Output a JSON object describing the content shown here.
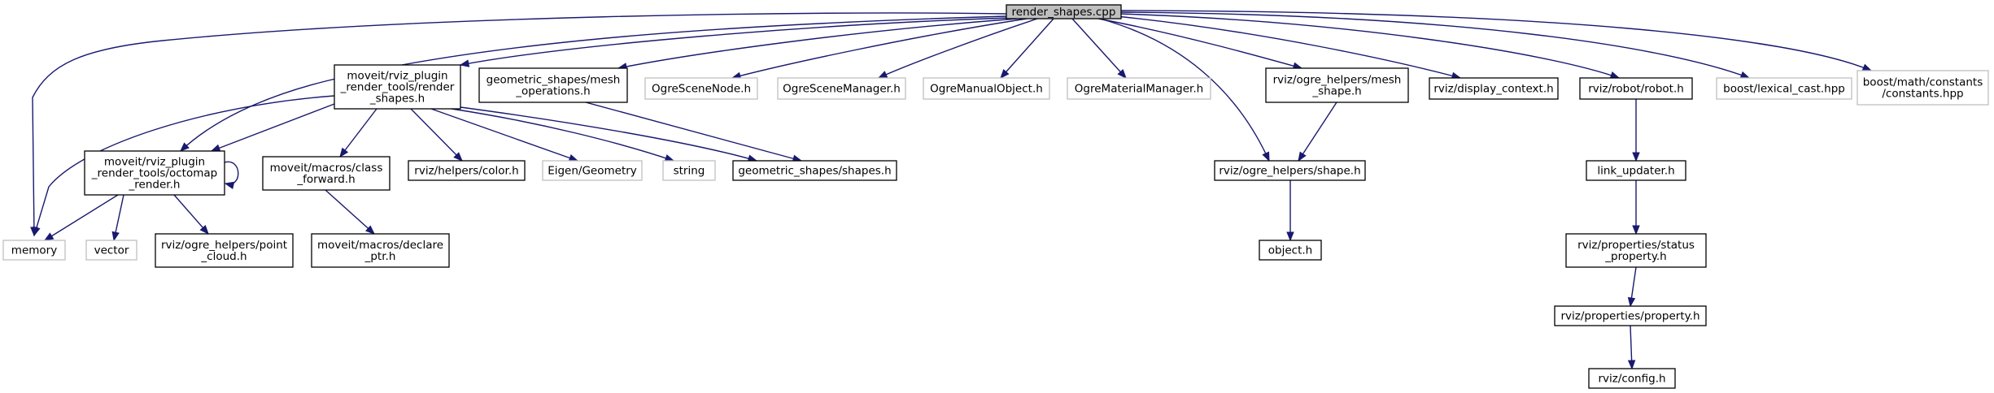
{
  "diagram": {
    "type": "include-dependency-graph",
    "colors": {
      "root_fill": "#bfbfbf",
      "root_border": "#000000",
      "documented_border": "#000000",
      "external_border": "#bfbfbf",
      "external_text": "#000000",
      "edge": "#191970"
    },
    "nodes": [
      {
        "id": "root",
        "kind": "root",
        "lines": [
          "render_shapes.cpp"
        ]
      },
      {
        "id": "memory",
        "kind": "external",
        "lines": [
          "memory"
        ]
      },
      {
        "id": "render_shapes_h",
        "kind": "documented",
        "lines": [
          "moveit/rviz_plugin",
          "_render_tools/render",
          "_shapes.h"
        ]
      },
      {
        "id": "mesh_ops",
        "kind": "documented",
        "lines": [
          "geometric_shapes/mesh",
          "_operations.h"
        ]
      },
      {
        "id": "ogre_scene_node",
        "kind": "external",
        "lines": [
          "OgreSceneNode.h"
        ]
      },
      {
        "id": "ogre_scene_manager",
        "kind": "external",
        "lines": [
          "OgreSceneManager.h"
        ]
      },
      {
        "id": "ogre_manual_object",
        "kind": "external",
        "lines": [
          "OgreManualObject.h"
        ]
      },
      {
        "id": "ogre_material_manager",
        "kind": "external",
        "lines": [
          "OgreMaterialManager.h"
        ]
      },
      {
        "id": "mesh_shape",
        "kind": "documented",
        "lines": [
          "rviz/ogre_helpers/mesh",
          "_shape.h"
        ]
      },
      {
        "id": "display_context",
        "kind": "documented",
        "lines": [
          "rviz/display_context.h"
        ]
      },
      {
        "id": "robot",
        "kind": "documented",
        "lines": [
          "rviz/robot/robot.h"
        ]
      },
      {
        "id": "lexical_cast",
        "kind": "external",
        "lines": [
          "boost/lexical_cast.hpp"
        ]
      },
      {
        "id": "math_constants",
        "kind": "external",
        "lines": [
          "boost/math/constants",
          "/constants.hpp"
        ]
      },
      {
        "id": "octomap_render",
        "kind": "documented",
        "lines": [
          "moveit/rviz_plugin",
          "_render_tools/octomap",
          "_render.h"
        ]
      },
      {
        "id": "class_forward",
        "kind": "documented",
        "lines": [
          "moveit/macros/class",
          "_forward.h"
        ]
      },
      {
        "id": "color",
        "kind": "documented",
        "lines": [
          "rviz/helpers/color.h"
        ]
      },
      {
        "id": "eigen_geometry",
        "kind": "external",
        "lines": [
          "Eigen/Geometry"
        ]
      },
      {
        "id": "string",
        "kind": "external",
        "lines": [
          "string"
        ]
      },
      {
        "id": "shapes",
        "kind": "documented",
        "lines": [
          "geometric_shapes/shapes.h"
        ]
      },
      {
        "id": "shape_h",
        "kind": "documented",
        "lines": [
          "rviz/ogre_helpers/shape.h"
        ]
      },
      {
        "id": "link_updater",
        "kind": "documented",
        "lines": [
          "link_updater.h"
        ]
      },
      {
        "id": "vector",
        "kind": "external",
        "lines": [
          "vector"
        ]
      },
      {
        "id": "point_cloud",
        "kind": "documented",
        "lines": [
          "rviz/ogre_helpers/point",
          "_cloud.h"
        ]
      },
      {
        "id": "declare_ptr",
        "kind": "documented",
        "lines": [
          "moveit/macros/declare",
          "_ptr.h"
        ]
      },
      {
        "id": "object_h",
        "kind": "documented",
        "lines": [
          "object.h"
        ]
      },
      {
        "id": "status_property",
        "kind": "documented",
        "lines": [
          "rviz/properties/status",
          "_property.h"
        ]
      },
      {
        "id": "property",
        "kind": "documented",
        "lines": [
          "rviz/properties/property.h"
        ]
      },
      {
        "id": "config",
        "kind": "documented",
        "lines": [
          "rviz/config.h"
        ]
      }
    ],
    "edges": [
      {
        "from": "root",
        "to": "memory"
      },
      {
        "from": "root",
        "to": "render_shapes_h"
      },
      {
        "from": "root",
        "to": "mesh_ops"
      },
      {
        "from": "root",
        "to": "ogre_scene_node"
      },
      {
        "from": "root",
        "to": "ogre_scene_manager"
      },
      {
        "from": "root",
        "to": "ogre_manual_object"
      },
      {
        "from": "root",
        "to": "ogre_material_manager"
      },
      {
        "from": "root",
        "to": "mesh_shape"
      },
      {
        "from": "root",
        "to": "display_context"
      },
      {
        "from": "root",
        "to": "robot"
      },
      {
        "from": "root",
        "to": "lexical_cast"
      },
      {
        "from": "root",
        "to": "math_constants"
      },
      {
        "from": "root",
        "to": "octomap_render"
      },
      {
        "from": "root",
        "to": "shape_h"
      },
      {
        "from": "render_shapes_h",
        "to": "memory"
      },
      {
        "from": "render_shapes_h",
        "to": "octomap_render"
      },
      {
        "from": "render_shapes_h",
        "to": "class_forward"
      },
      {
        "from": "render_shapes_h",
        "to": "color"
      },
      {
        "from": "render_shapes_h",
        "to": "eigen_geometry"
      },
      {
        "from": "render_shapes_h",
        "to": "string"
      },
      {
        "from": "render_shapes_h",
        "to": "shapes"
      },
      {
        "from": "mesh_ops",
        "to": "shapes"
      },
      {
        "from": "octomap_render",
        "to": "octomap_render"
      },
      {
        "from": "octomap_render",
        "to": "memory"
      },
      {
        "from": "octomap_render",
        "to": "vector"
      },
      {
        "from": "octomap_render",
        "to": "point_cloud"
      },
      {
        "from": "class_forward",
        "to": "declare_ptr"
      },
      {
        "from": "mesh_shape",
        "to": "shape_h"
      },
      {
        "from": "shape_h",
        "to": "object_h"
      },
      {
        "from": "robot",
        "to": "link_updater"
      },
      {
        "from": "link_updater",
        "to": "status_property"
      },
      {
        "from": "status_property",
        "to": "property"
      },
      {
        "from": "property",
        "to": "config"
      }
    ]
  }
}
